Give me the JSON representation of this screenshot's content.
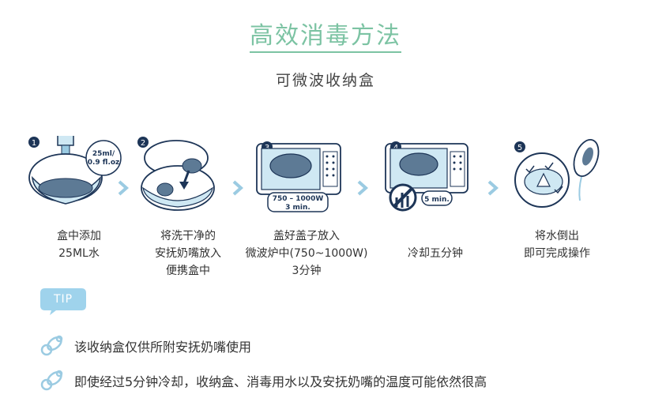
{
  "header": {
    "title": "高效消毒方法",
    "subtitle": "可微波收纳盒"
  },
  "steps": [
    {
      "number": "1",
      "badge": "25ml/\n0.9 fl.oz",
      "label": "盒中添加\n25ML水"
    },
    {
      "number": "2",
      "label": "将洗干净的\n安抚奶嘴放入\n便携盒中"
    },
    {
      "number": "3",
      "badge": "750 – 1000W\n3 min.",
      "label": "盖好盖子放入\n微波炉中(750~1000W)\n3分钟"
    },
    {
      "number": "4",
      "badge": "5 min.",
      "label": "冷却五分钟"
    },
    {
      "number": "5",
      "label": "将水倒出\n即可完成操作"
    }
  ],
  "tip": {
    "label": "TIP"
  },
  "notes": [
    {
      "icon": "pacifier-icon",
      "text": "该收纳盒仅供所附安抚奶嘴使用"
    },
    {
      "icon": "pacifier-icon",
      "text": "即使经过5分钟冷却，收纳盒、消毒用水以及安抚奶嘴的温度可能依然很高"
    }
  ],
  "colors": {
    "title": "#7cc3a3",
    "line": "#1d3557",
    "fill": "#cfe8f3",
    "arrow": "#9bcbe2",
    "tip": "#9fd3ec"
  }
}
